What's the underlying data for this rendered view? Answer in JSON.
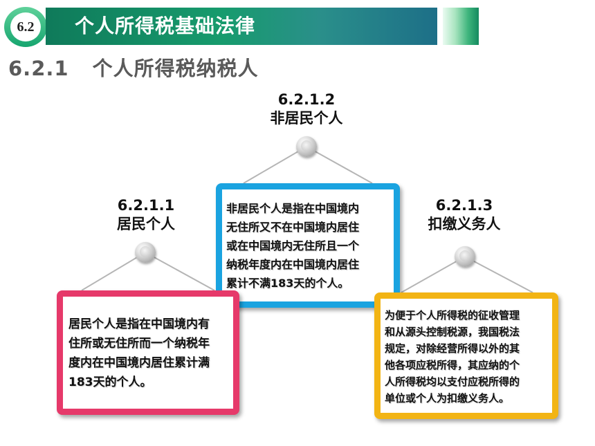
{
  "header": {
    "badge": "6.2",
    "title": "个人所得税基础法律"
  },
  "section": {
    "number": "6.2.1",
    "title": "个人所得税纳税人"
  },
  "nodes": {
    "resident": {
      "number": "6.2.1.1",
      "label": "居民个人",
      "text": "居民个人是指在中国境内有\n住所或无住所而一个纳税年\n度内在中国境内居住累计满\n183天的个人。",
      "border_color": "#e6396a"
    },
    "nonresident": {
      "number": "6.2.1.2",
      "label": "非居民个人",
      "text": "非居民个人是指在中国境内\n无住所又不在中国境内居住\n或在中国境内无住所且一个\n纳税年度内在中国境内居住\n累计不满183天的个人。",
      "border_color": "#1aa3e0"
    },
    "withholding": {
      "number": "6.2.1.3",
      "label": "扣缴义务人",
      "text": "为便于个人所得税的征收管理\n和从源头控制税源，我国税法\n规定，对除经营所得以外的其\n他各项应税所得，其应纳的个\n人所得税均以支付应税所得的\n单位或个人为扣缴义务人。",
      "border_color": "#f2b414"
    }
  },
  "colors": {
    "header_green": "#179b6d",
    "section_gray": "#5a5a5a"
  }
}
